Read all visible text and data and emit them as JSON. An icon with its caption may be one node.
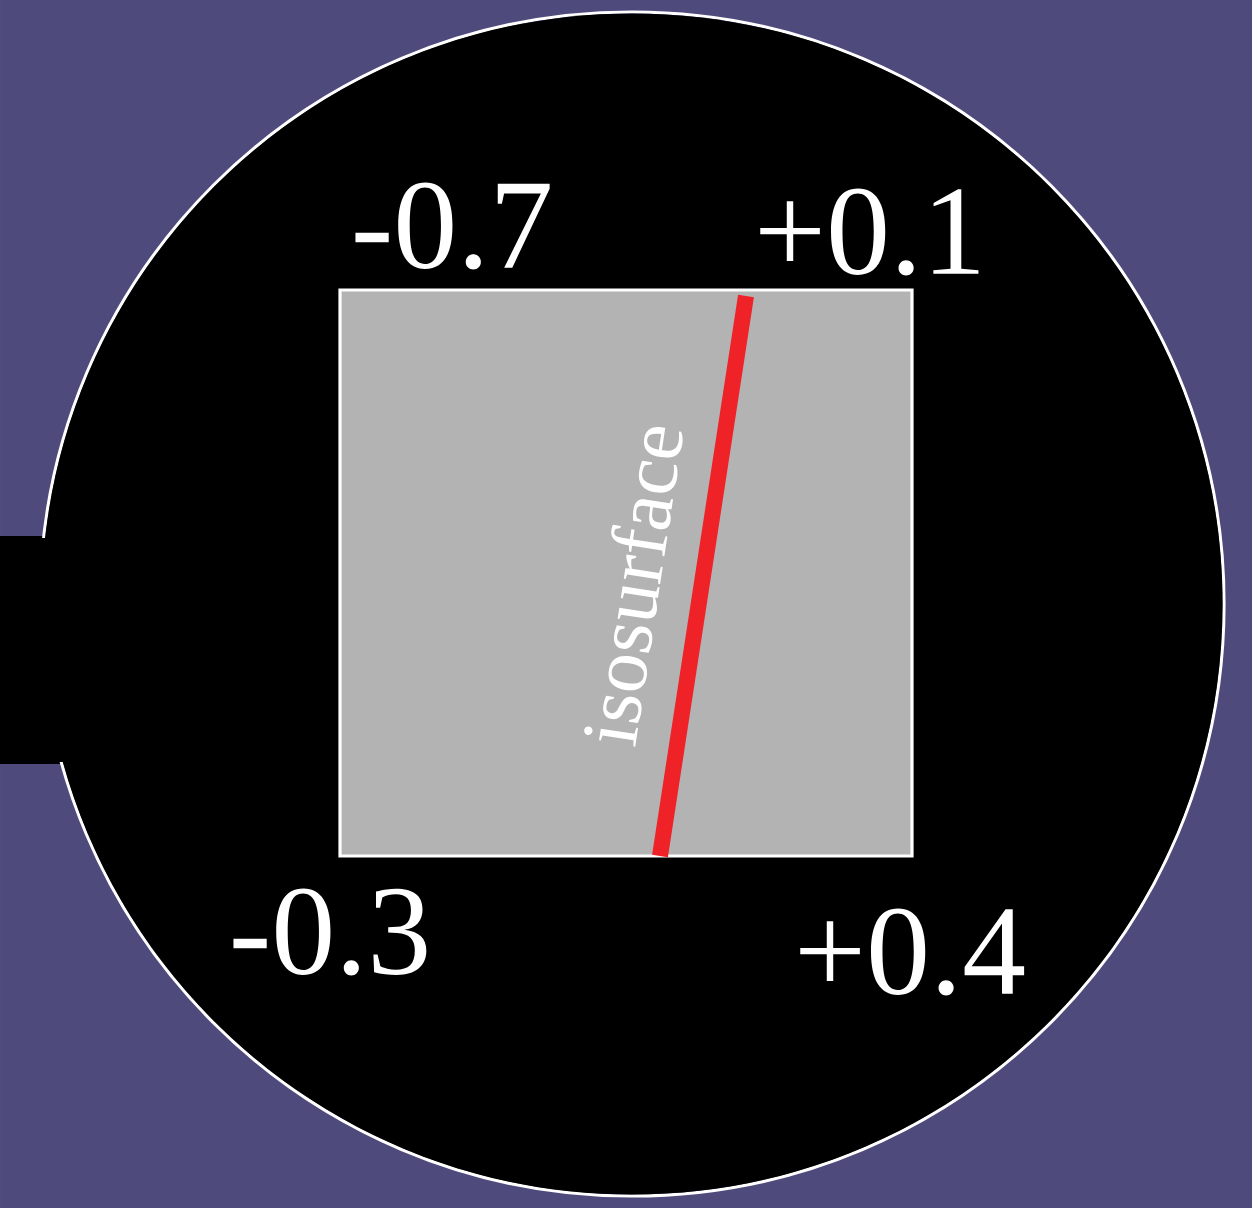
{
  "diagram": {
    "labels": [
      "-0.7",
      "+0.1",
      "isosurface",
      "-0.3",
      "+0.4"
    ]
  }
}
